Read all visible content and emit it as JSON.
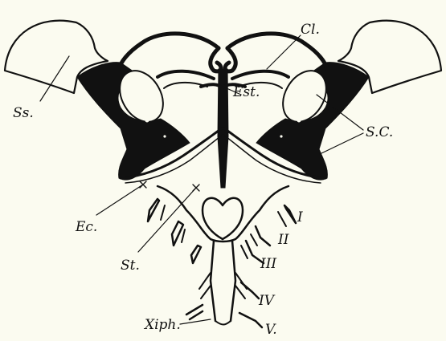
{
  "figure": {
    "labels": {
      "cl": "Cl.",
      "ss": "Ss.",
      "est": "Est.",
      "sc": "S.C.",
      "ec": "Ec.",
      "st": "St.",
      "xiph": "Xiph.",
      "rib_1": "I",
      "rib_2": "II",
      "rib_3": "III",
      "rib_4": "IV",
      "rib_5": "V."
    },
    "colors": {
      "background": "#fbfbf0",
      "ink": "#111111"
    }
  }
}
